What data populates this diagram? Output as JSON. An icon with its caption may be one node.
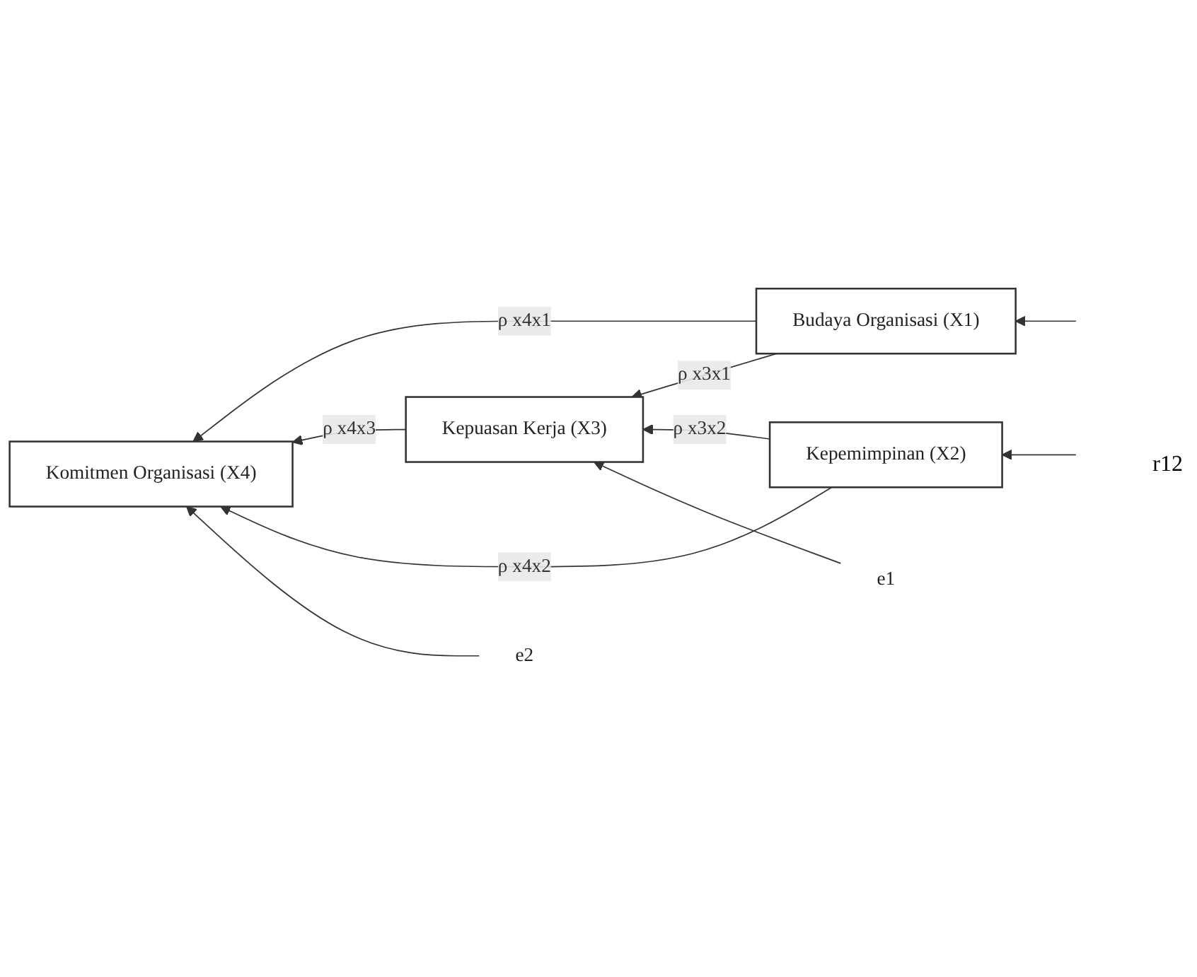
{
  "diagram": {
    "nodes": [
      {
        "text": [
          "Budaya Organisasi (X1)"
        ]
      },
      {
        "text": [
          "Kepemimpinan (X2)"
        ]
      },
      {
        "text": [
          "Kepuasan Kerja (X3)"
        ]
      },
      {
        "text": [
          "Komitmen Organisasi (X4)"
        ]
      },
      {
        "text": [
          "e1"
        ]
      },
      {
        "text": [
          "e2"
        ]
      }
    ],
    "edges": [
      {
        "from": 0,
        "to": 3,
        "arrow": "to",
        "label": "ρ x4x1"
      },
      {
        "from": 0,
        "to": 2,
        "arrow": "to",
        "label": "ρ x3x1"
      },
      {
        "from": 2,
        "to": 3,
        "arrow": "to",
        "label": "ρ x4x3"
      },
      {
        "from": 1,
        "to": 2,
        "arrow": "to",
        "label": "ρ x3x2"
      },
      {
        "from": 1,
        "to": 3,
        "arrow": "to",
        "label": "ρ x4x2"
      },
      {
        "from": 4,
        "to": 2,
        "arrow": "to"
      },
      {
        "from": 5,
        "to": 3,
        "arrow": "to"
      },
      {
        "from": null,
        "to": 0,
        "arrow": "to"
      },
      {
        "from": null,
        "to": 1,
        "arrow": "to"
      }
    ],
    "labels": [
      "r12"
    ]
  }
}
